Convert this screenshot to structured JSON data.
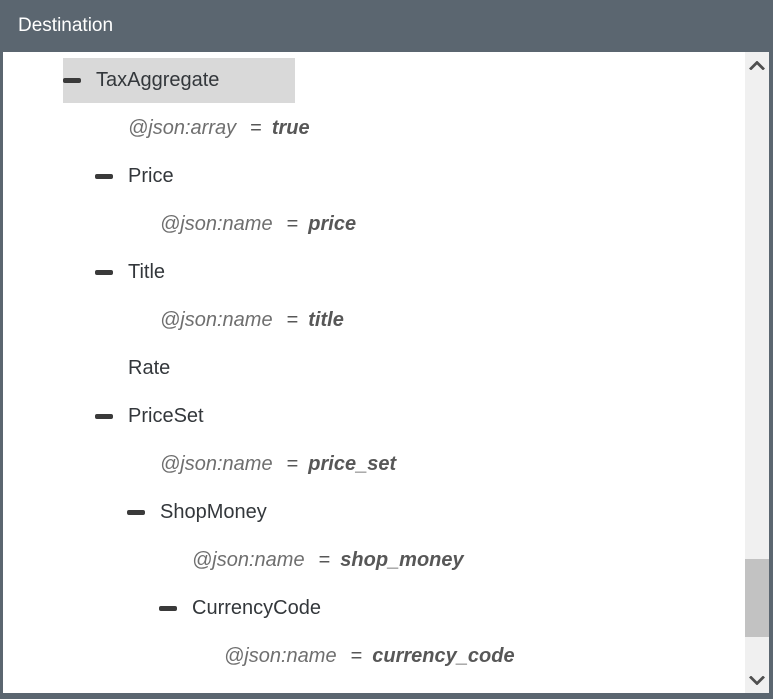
{
  "header": {
    "title": "Destination"
  },
  "tree": {
    "rows": [
      {
        "type": "element",
        "label": "TaxAggregate",
        "level": 0,
        "collapsible": true,
        "selected": true
      },
      {
        "type": "attribute",
        "name": "@json:array",
        "equals": "=",
        "value": "true",
        "level": 0
      },
      {
        "type": "element",
        "label": "Price",
        "level": 1,
        "collapsible": true,
        "selected": false
      },
      {
        "type": "attribute",
        "name": "@json:name",
        "equals": "=",
        "value": "price",
        "level": 1
      },
      {
        "type": "element",
        "label": "Title",
        "level": 1,
        "collapsible": true,
        "selected": false
      },
      {
        "type": "attribute",
        "name": "@json:name",
        "equals": "=",
        "value": "title",
        "level": 1
      },
      {
        "type": "element",
        "label": "Rate",
        "level": 1,
        "collapsible": false,
        "selected": false
      },
      {
        "type": "element",
        "label": "PriceSet",
        "level": 1,
        "collapsible": true,
        "selected": false
      },
      {
        "type": "attribute",
        "name": "@json:name",
        "equals": "=",
        "value": "price_set",
        "level": 1
      },
      {
        "type": "element",
        "label": "ShopMoney",
        "level": 2,
        "collapsible": true,
        "selected": false
      },
      {
        "type": "attribute",
        "name": "@json:name",
        "equals": "=",
        "value": "shop_money",
        "level": 2
      },
      {
        "type": "element",
        "label": "CurrencyCode",
        "level": 3,
        "collapsible": true,
        "selected": false
      },
      {
        "type": "attribute",
        "name": "@json:name",
        "equals": "=",
        "value": "currency_code",
        "level": 3
      }
    ]
  },
  "icons": {
    "collapse_icon": "minus-dash",
    "scroll_up_icon": "chevron-up",
    "scroll_down_icon": "chevron-down"
  },
  "colors": {
    "header_bg": "#5b6670",
    "panel_border": "#5b6670",
    "selection_bg": "#d9d9d9",
    "element_text": "#33373b",
    "attribute_text": "#6f6f6f",
    "attribute_value_text": "#575757",
    "icon_color": "#3a3a3a",
    "scrollbar_track": "#f0f0f0",
    "scrollbar_thumb": "#c2c2c2",
    "scrollbar_arrow": "#4f4f4f"
  }
}
